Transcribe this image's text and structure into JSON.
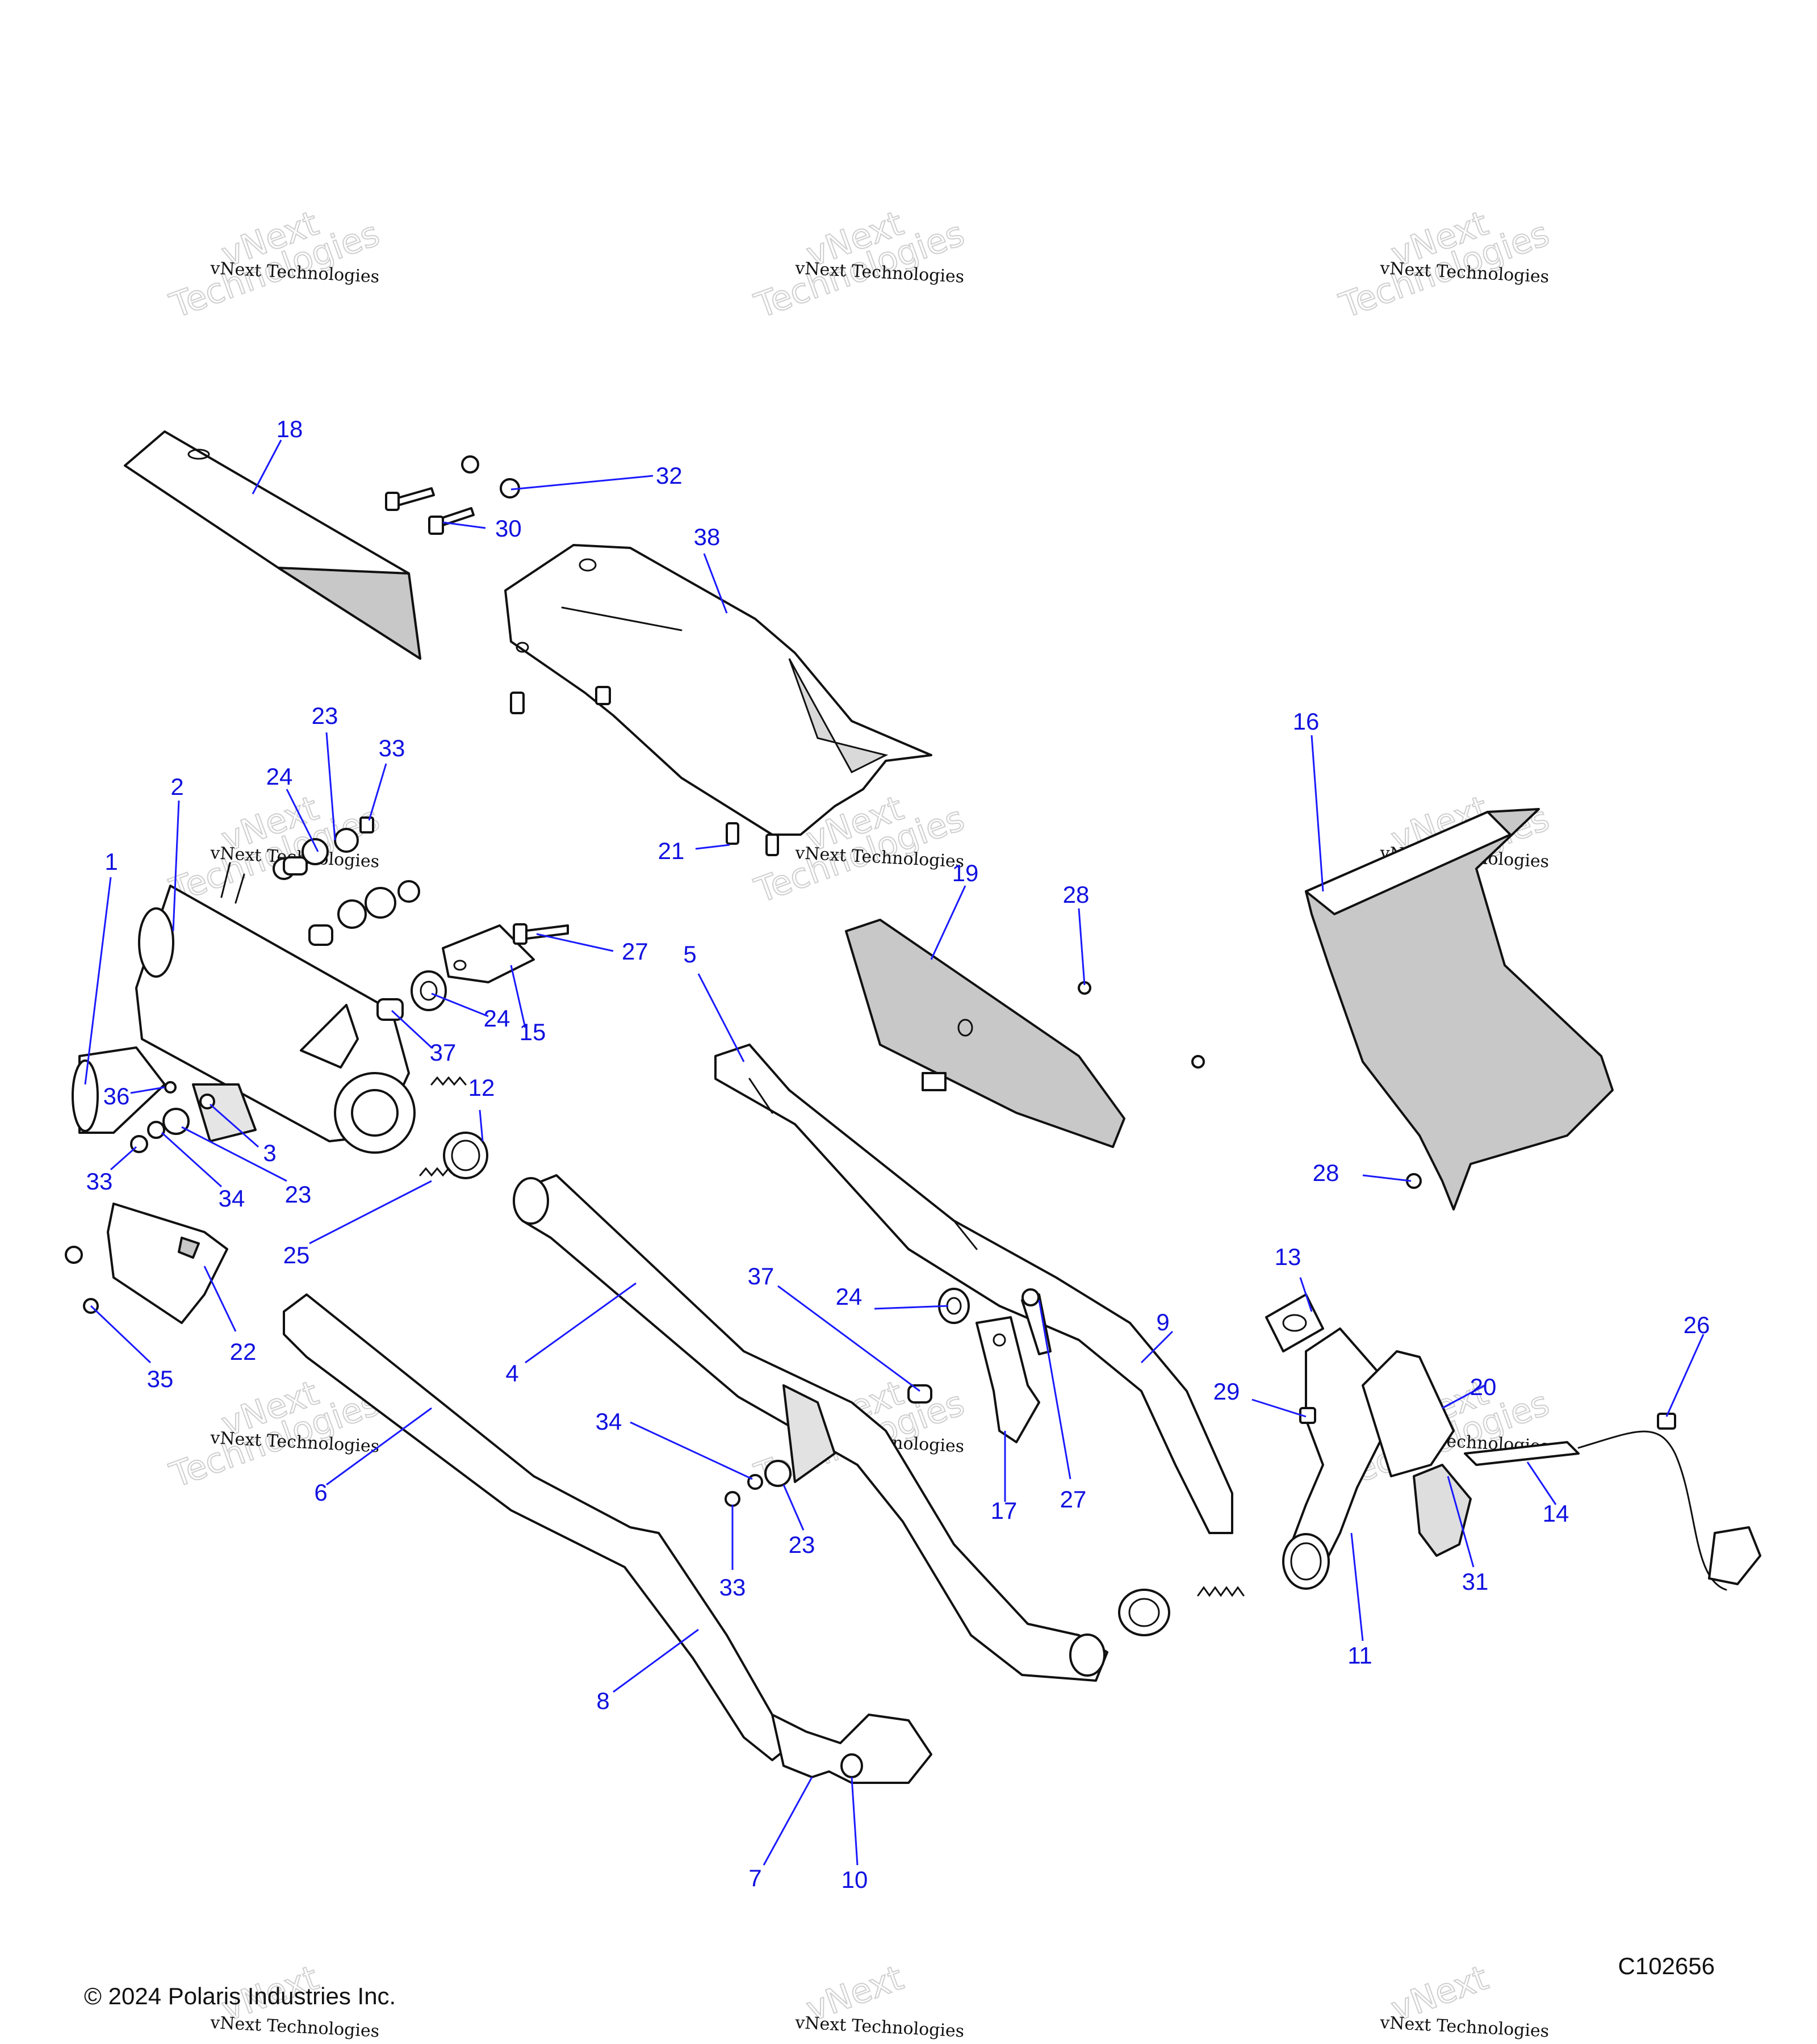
{
  "diagram": {
    "figure_code": "C102656",
    "copyright": "© 2024 Polaris Industries Inc.",
    "watermark": {
      "small_text": "vNext Technologies",
      "large_top": "vNext",
      "large_bottom": "Technologies"
    },
    "callouts": [
      {
        "id": "c18",
        "label": "18"
      },
      {
        "id": "c32",
        "label": "32"
      },
      {
        "id": "c30",
        "label": "30"
      },
      {
        "id": "c38",
        "label": "38"
      },
      {
        "id": "c23a",
        "label": "23"
      },
      {
        "id": "c33a",
        "label": "33"
      },
      {
        "id": "c24a",
        "label": "24"
      },
      {
        "id": "c2",
        "label": "2"
      },
      {
        "id": "c1",
        "label": "1"
      },
      {
        "id": "c16",
        "label": "16"
      },
      {
        "id": "c21",
        "label": "21"
      },
      {
        "id": "c19",
        "label": "19"
      },
      {
        "id": "c28a",
        "label": "28"
      },
      {
        "id": "c27a",
        "label": "27"
      },
      {
        "id": "c5",
        "label": "5"
      },
      {
        "id": "c24b",
        "label": "24"
      },
      {
        "id": "c15",
        "label": "15"
      },
      {
        "id": "c37a",
        "label": "37"
      },
      {
        "id": "c12",
        "label": "12"
      },
      {
        "id": "c36",
        "label": "36"
      },
      {
        "id": "c3",
        "label": "3"
      },
      {
        "id": "c33b",
        "label": "33"
      },
      {
        "id": "c34a",
        "label": "34"
      },
      {
        "id": "c23b",
        "label": "23"
      },
      {
        "id": "c28b",
        "label": "28"
      },
      {
        "id": "c25",
        "label": "25"
      },
      {
        "id": "c22",
        "label": "22"
      },
      {
        "id": "c13",
        "label": "13"
      },
      {
        "id": "c35",
        "label": "35"
      },
      {
        "id": "c37b",
        "label": "37"
      },
      {
        "id": "c24c",
        "label": "24"
      },
      {
        "id": "c4",
        "label": "4"
      },
      {
        "id": "c9",
        "label": "9"
      },
      {
        "id": "c26",
        "label": "26"
      },
      {
        "id": "c20",
        "label": "20"
      },
      {
        "id": "c29",
        "label": "29"
      },
      {
        "id": "c34b",
        "label": "34"
      },
      {
        "id": "c6",
        "label": "6"
      },
      {
        "id": "c17",
        "label": "17"
      },
      {
        "id": "c27b",
        "label": "27"
      },
      {
        "id": "c14",
        "label": "14"
      },
      {
        "id": "c23c",
        "label": "23"
      },
      {
        "id": "c31",
        "label": "31"
      },
      {
        "id": "c33c",
        "label": "33"
      },
      {
        "id": "c11",
        "label": "11"
      },
      {
        "id": "c8",
        "label": "8"
      },
      {
        "id": "c7",
        "label": "7"
      },
      {
        "id": "c10",
        "label": "10"
      }
    ]
  }
}
